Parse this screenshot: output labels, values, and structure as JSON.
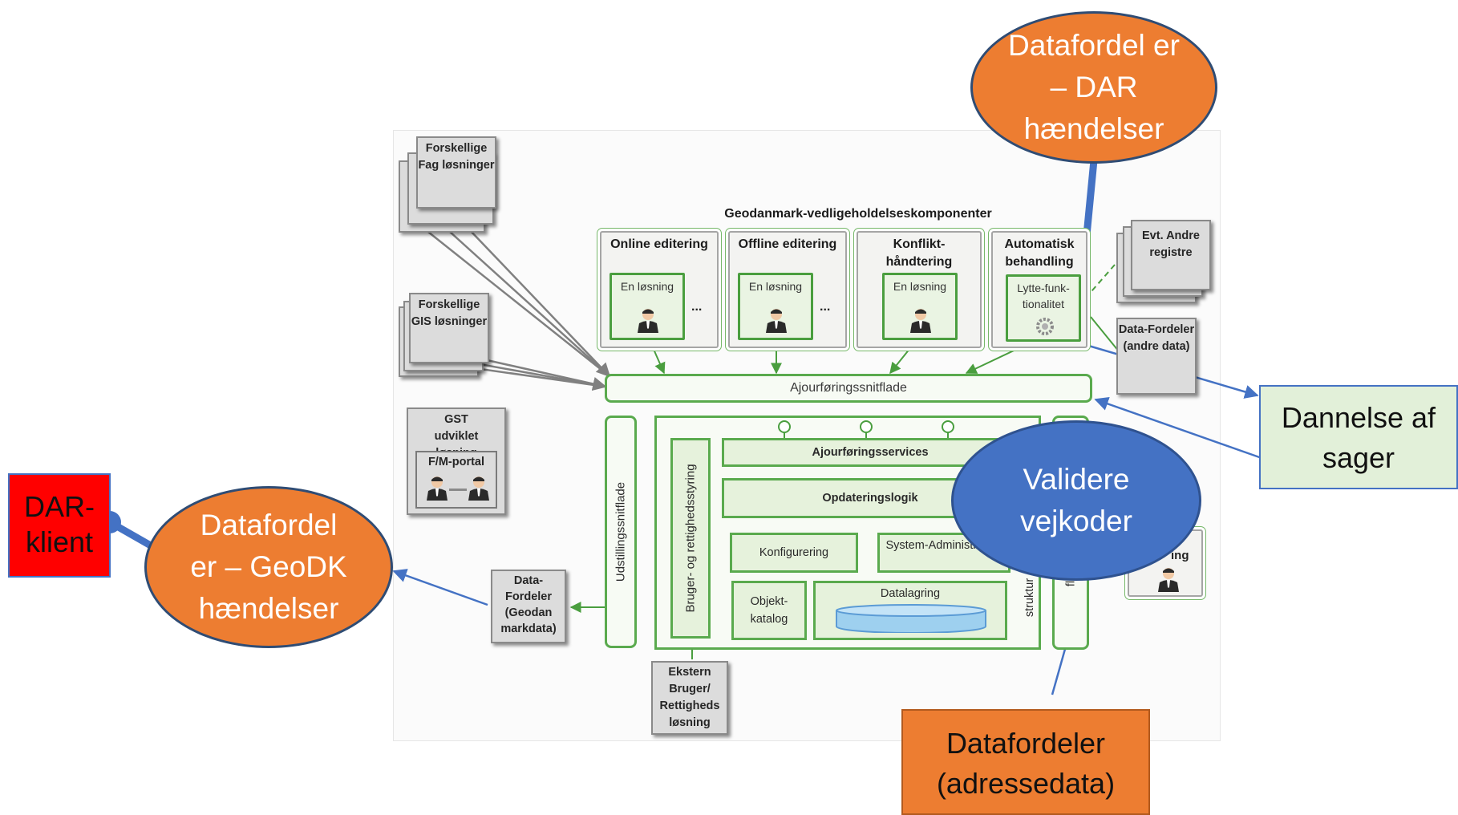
{
  "diagram_title": "Geodanmark-vedligeholdelseskomponenter",
  "sources": {
    "fag": "Forskellige Fag løsninger",
    "gis": "Forskellige GIS løsninger",
    "gst_title": "GST udviklet løsning",
    "fm_portal": "F/M-portal"
  },
  "components": {
    "online": {
      "title": "Online editering",
      "inner": "En løsning",
      "more": "..."
    },
    "offline": {
      "title": "Offline editering",
      "inner": "En løsning",
      "more": "..."
    },
    "konflikt": {
      "title": "Konflikt-håndtering",
      "inner": "En løsning"
    },
    "automatisk": {
      "title": "Automatisk behandling",
      "inner": "Lytte-funk-tionalitet"
    }
  },
  "right_boxes": {
    "evt": "Evt. Andre registre",
    "data_fordeler_andre": "Data-Fordeler (andre data)",
    "partial_label": "ing"
  },
  "layers": {
    "ajourforing_snitflade": "Ajourføringssnitflade",
    "udstillings": "Udstillingssnitflade",
    "bruger": "Bruger- og rettighedsstyring",
    "services": "Ajourføringsservices",
    "opdatering": "Opdateringslogik",
    "konfig": "Konfigurering",
    "system_admin": "System-Administration",
    "objekt": "Objekt-katalog",
    "datalagring": "Datalagring",
    "struktur_partial": "struktur",
    "right_partial": "flade"
  },
  "bottom": {
    "data_fordeler_geodan": "Data-Fordeler (Geodan markdata)",
    "ekstern": "Ekstern Bruger/ Rettigheds løsning"
  },
  "callouts": {
    "dar_top": "Datafordel er – DAR hændelser",
    "dannelse": "Dannelse af sager",
    "validere": "Validere vejkoder",
    "geodk": "Datafordel er – GeoDK hændelser",
    "dar_klient": "DAR-klient",
    "adresse": "Datafordeler (adressedata)"
  },
  "colors": {
    "orange": "#ED7D31",
    "blue": "#4472C4",
    "light_green": "#E2F0D9",
    "red": "#FF0000",
    "diagram_green": "#5AAA4E"
  }
}
